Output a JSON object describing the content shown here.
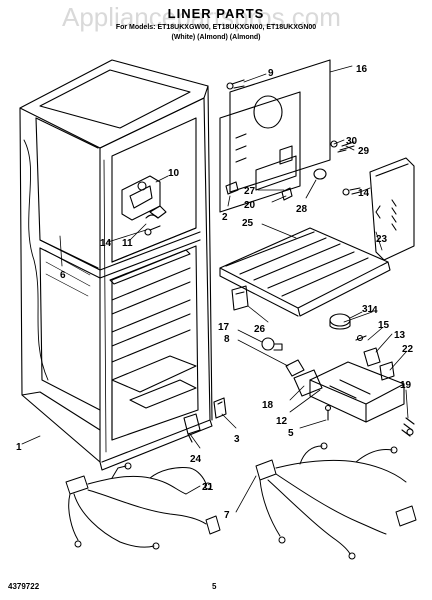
{
  "header": {
    "watermark": "Appliancepartspros.com",
    "title": "LINER PARTS",
    "models": "For Models: ET18UKXGW00, ET18UKXGN00, ET18UKXGN00",
    "colors": "(White)          (Almond)          (Almond)"
  },
  "footer": {
    "doc_number": "4379722",
    "page_number": "5"
  },
  "callouts": [
    "1",
    "2",
    "3",
    "4",
    "5",
    "6",
    "7",
    "8",
    "9",
    "10",
    "11",
    "12",
    "13",
    "14",
    "14",
    "15",
    "16",
    "17",
    "18",
    "19",
    "20",
    "21",
    "22",
    "23",
    "24",
    "25",
    "26",
    "27",
    "28",
    "29",
    "30",
    "31"
  ]
}
